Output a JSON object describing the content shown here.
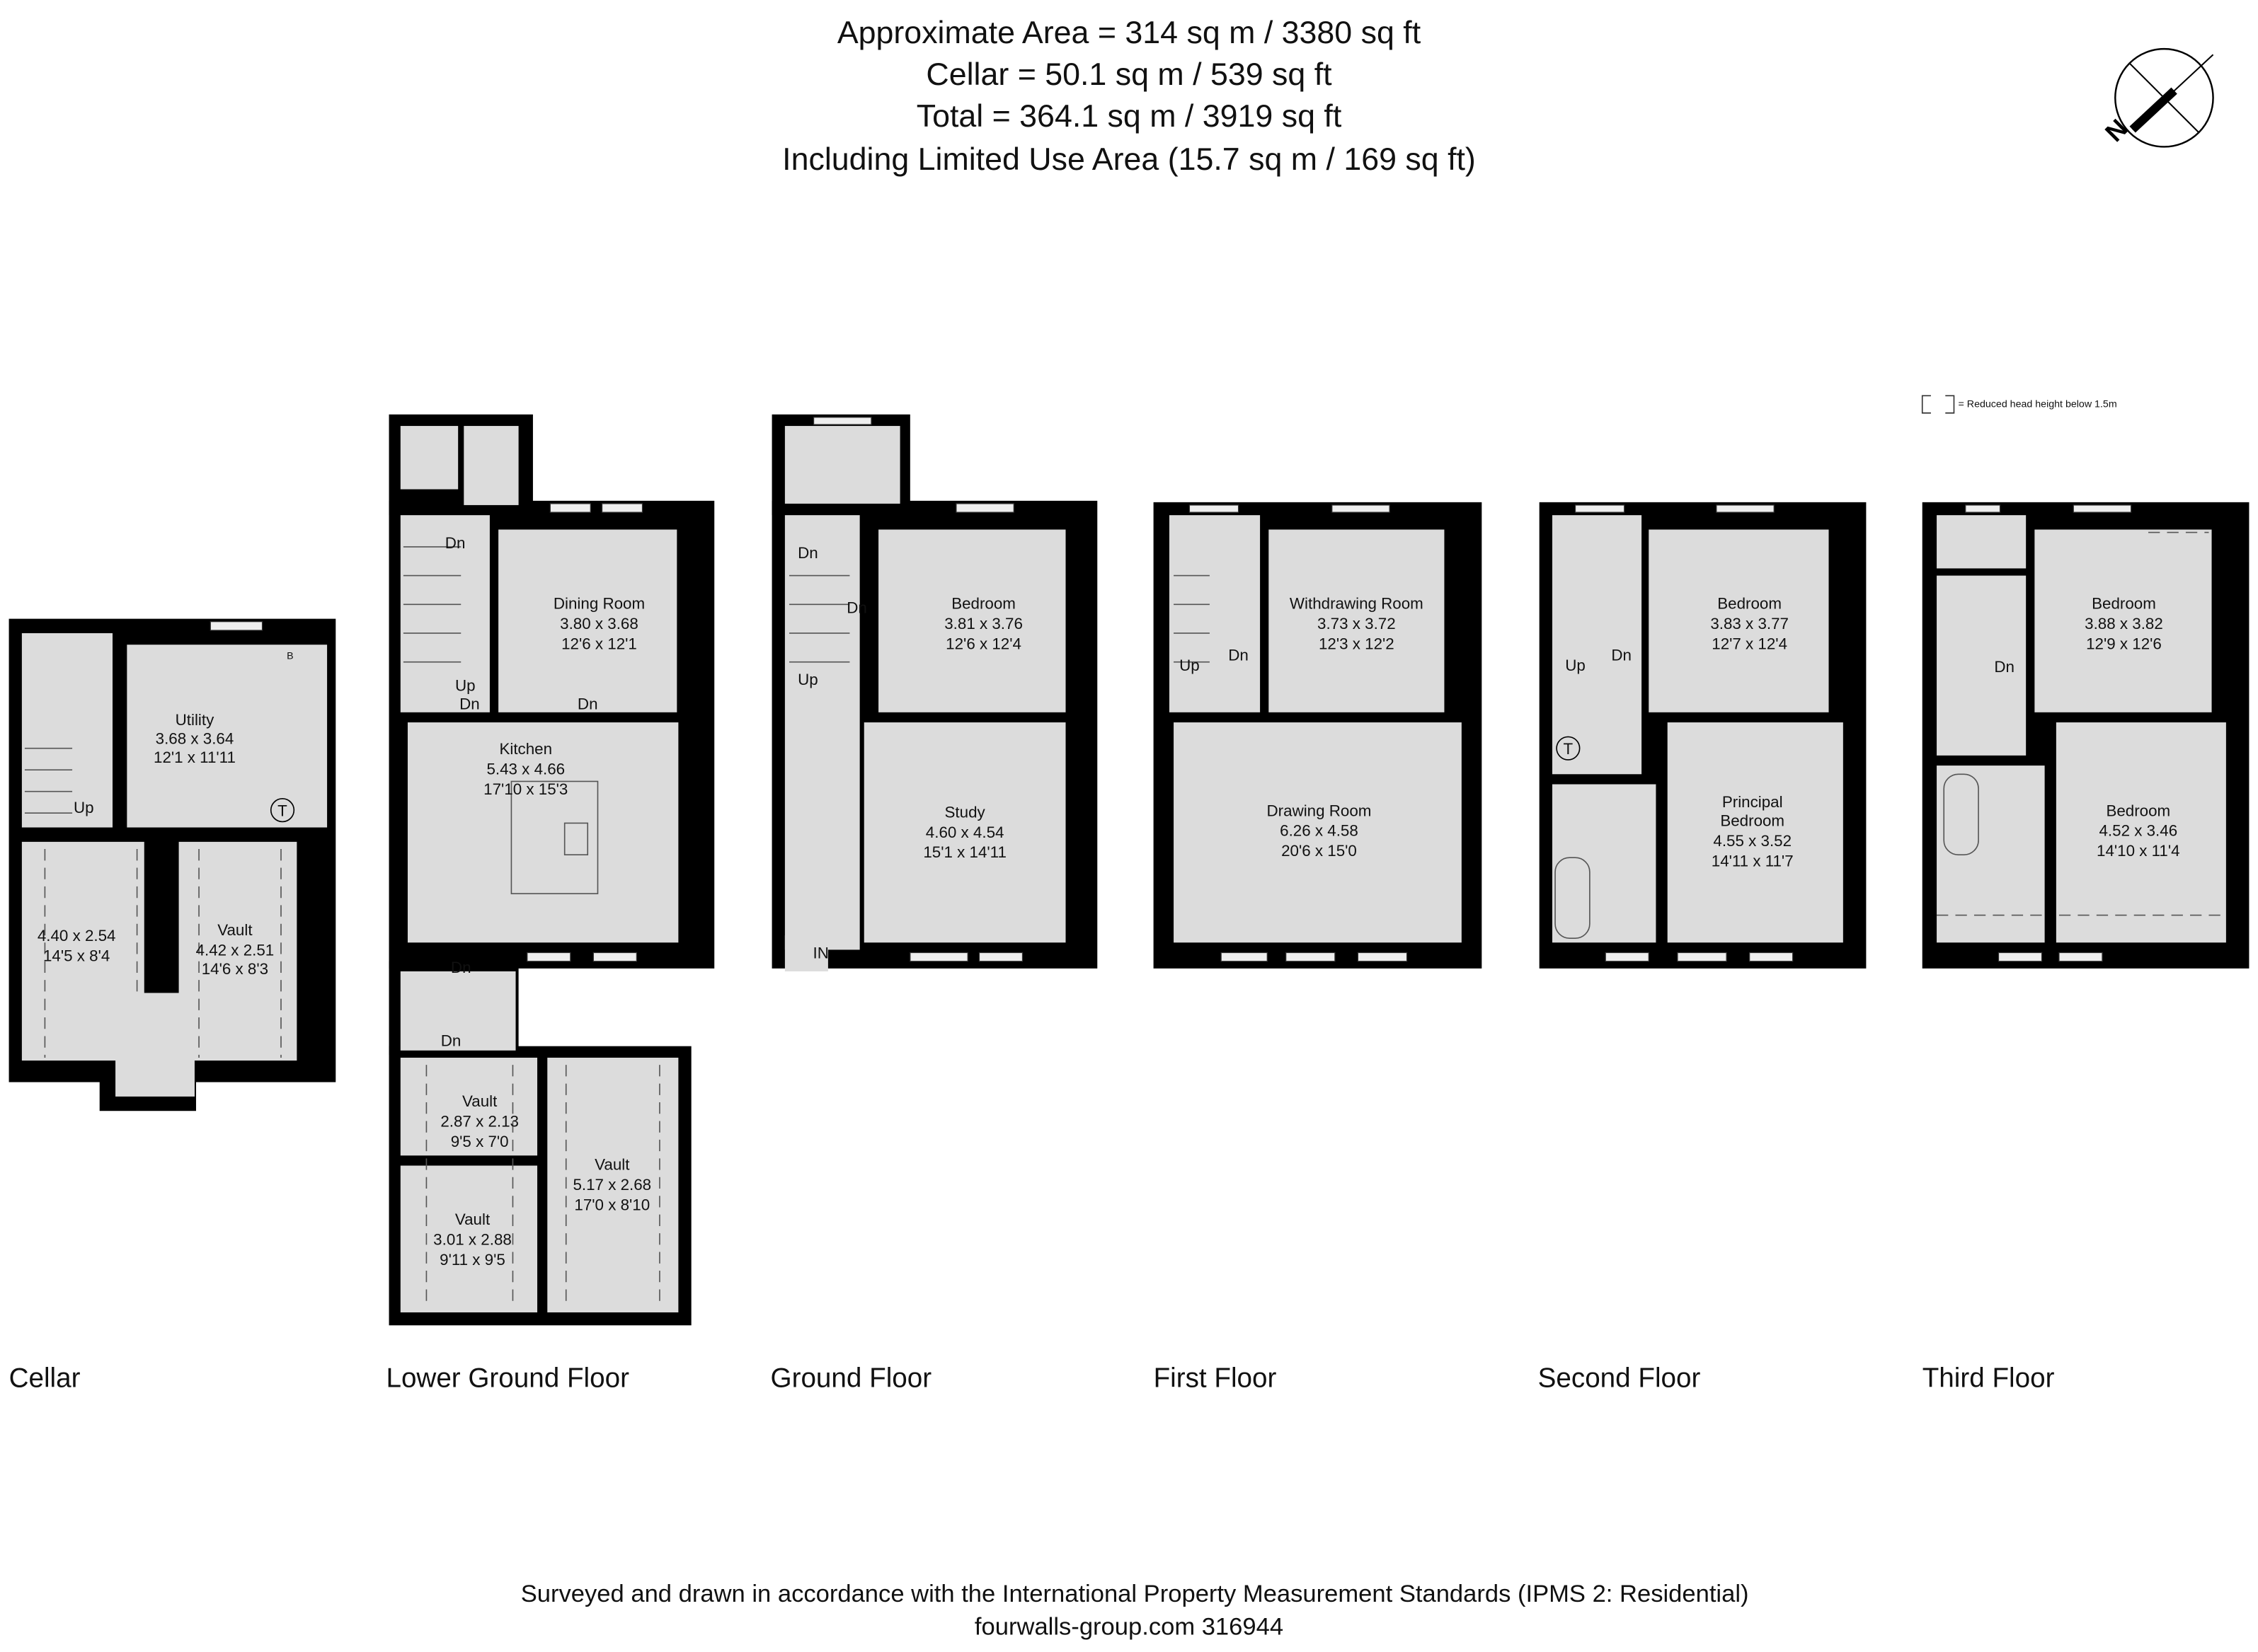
{
  "header": {
    "line1": "Approximate  Area = 314 sq m / 3380 sq ft",
    "line2": "Cellar = 50.1 sq m / 539 sq ft",
    "line3": "Total = 364.1 sq m / 3919 sq ft",
    "line4": "Including Limited Use Area (15.7 sq m / 169 sq ft)"
  },
  "compass": {
    "icon": "north-arrow-icon",
    "label": "N"
  },
  "legend": {
    "text": "= Reduced head height below 1.5m"
  },
  "floors": [
    {
      "name": "Cellar",
      "rooms": [
        {
          "name": "Utility",
          "metric": "3.68 x 3.64",
          "imperial": "12'1 x 11'11"
        },
        {
          "name": "",
          "metric": "4.40 x 2.54",
          "imperial": "14'5 x 8'4"
        },
        {
          "name": "Vault",
          "metric": "4.42 x 2.51",
          "imperial": "14'6 x 8'3"
        }
      ],
      "marks": [
        "Up",
        "B",
        "T"
      ]
    },
    {
      "name": "Lower Ground Floor",
      "rooms": [
        {
          "name": "Dining Room",
          "metric": "3.80 x 3.68",
          "imperial": "12'6 x 12'1"
        },
        {
          "name": "Kitchen",
          "metric": "5.43 x 4.66",
          "imperial": "17'10 x 15'3"
        },
        {
          "name": "Vault",
          "metric": "2.87 x 2.13",
          "imperial": "9'5 x 7'0"
        },
        {
          "name": "Vault",
          "metric": "3.01 x 2.88",
          "imperial": "9'11 x 9'5"
        },
        {
          "name": "Vault",
          "metric": "5.17 x 2.68",
          "imperial": "17'0 x 8'10"
        }
      ],
      "marks": [
        "Dn",
        "Up",
        "Dn",
        "Dn",
        "Dn",
        "Dn"
      ]
    },
    {
      "name": "Ground Floor",
      "rooms": [
        {
          "name": "Bedroom",
          "metric": "3.81 x 3.76",
          "imperial": "12'6 x 12'4"
        },
        {
          "name": "Study",
          "metric": "4.60 x 4.54",
          "imperial": "15'1 x 14'11"
        }
      ],
      "marks": [
        "Dn",
        "Dn",
        "Up",
        "IN"
      ]
    },
    {
      "name": "First Floor",
      "rooms": [
        {
          "name": "Withdrawing Room",
          "metric": "3.73 x 3.72",
          "imperial": "12'3 x 12'2"
        },
        {
          "name": "Drawing Room",
          "metric": "6.26 x 4.58",
          "imperial": "20'6 x 15'0"
        }
      ],
      "marks": [
        "Up",
        "Dn"
      ]
    },
    {
      "name": "Second Floor",
      "rooms": [
        {
          "name": "Bedroom",
          "metric": "3.83 x 3.77",
          "imperial": "12'7 x 12'4"
        },
        {
          "name": "Principal",
          "name2": "Bedroom",
          "metric": "4.55 x 3.52",
          "imperial": "14'11 x 11'7"
        }
      ],
      "marks": [
        "Up",
        "Dn",
        "T"
      ]
    },
    {
      "name": "Third Floor",
      "rooms": [
        {
          "name": "Bedroom",
          "metric": "3.88 x 3.82",
          "imperial": "12'9 x 12'6"
        },
        {
          "name": "Bedroom",
          "metric": "4.52 x 3.46",
          "imperial": "14'10 x 11'4"
        }
      ],
      "marks": [
        "Dn"
      ]
    }
  ],
  "footer": {
    "line1": "Surveyed and drawn in accordance with the International Property Measurement Standards (IPMS 2: Residential)",
    "line2": "fourwalls-group.com 316944"
  }
}
